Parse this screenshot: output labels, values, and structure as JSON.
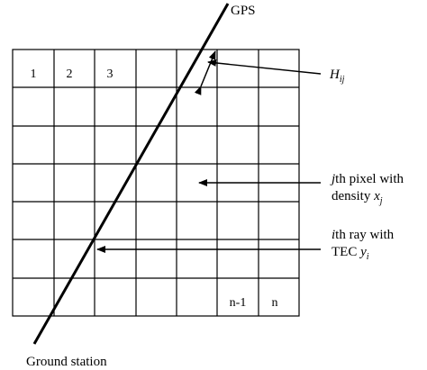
{
  "diagram": {
    "grid": {
      "rows": 7,
      "columns": 7,
      "top_row_labels": [
        "1",
        "2",
        "3"
      ],
      "bottom_row_labels": [
        "n-1",
        "n"
      ]
    },
    "labels": {
      "gps": "GPS",
      "ground_station": "Ground station",
      "h_ij_main": "H",
      "h_ij_sub": "ij",
      "pixel_line1_prefix": "j",
      "pixel_line1_rest": "th pixel with",
      "pixel_line2_prefix": "density ",
      "pixel_line2_var": "x",
      "pixel_line2_sub": "j",
      "ray_line1_prefix": "i",
      "ray_line1_rest": "th ray with",
      "ray_line2_prefix": "TEC ",
      "ray_line2_var": "y",
      "ray_line2_sub": "i"
    }
  }
}
